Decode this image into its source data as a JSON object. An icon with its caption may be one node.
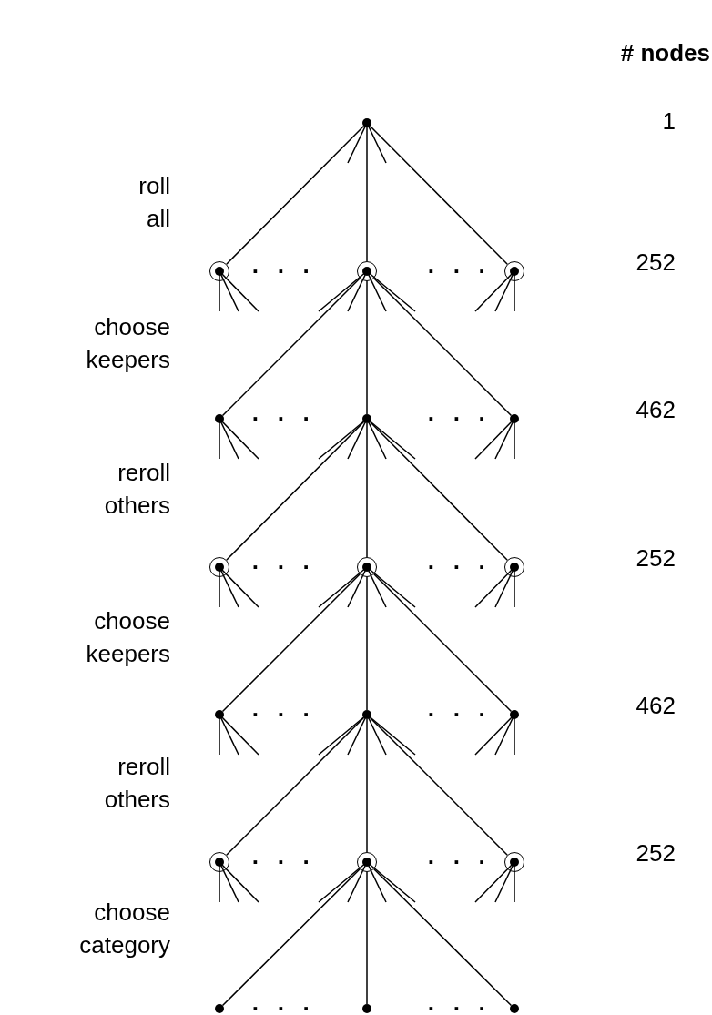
{
  "diagram": {
    "nodes": [
      {
        "text": [],
        "shape": "dot"
      },
      {
        "text": [],
        "shape": "circle"
      },
      {
        "text": [],
        "shape": "circle"
      },
      {
        "text": [],
        "shape": "circle"
      },
      {
        "text": [],
        "shape": "dot"
      },
      {
        "text": [],
        "shape": "dot"
      },
      {
        "text": [],
        "shape": "dot"
      },
      {
        "text": [],
        "shape": "circle"
      },
      {
        "text": [],
        "shape": "circle"
      },
      {
        "text": [],
        "shape": "circle"
      },
      {
        "text": [],
        "shape": "dot"
      },
      {
        "text": [],
        "shape": "dot"
      },
      {
        "text": [],
        "shape": "dot"
      },
      {
        "text": [],
        "shape": "circle"
      },
      {
        "text": [],
        "shape": "circle"
      },
      {
        "text": [],
        "shape": "circle"
      },
      {
        "text": [],
        "shape": "dot"
      },
      {
        "text": [],
        "shape": "dot"
      },
      {
        "text": [],
        "shape": "dot"
      }
    ],
    "edges": [
      {
        "from": 0,
        "to": 1,
        "arrow": "none"
      },
      {
        "from": 0,
        "to": 2,
        "arrow": "none"
      },
      {
        "from": 0,
        "to": 3,
        "arrow": "none"
      },
      {
        "from": 2,
        "to": 4,
        "arrow": "none"
      },
      {
        "from": 2,
        "to": 5,
        "arrow": "none"
      },
      {
        "from": 2,
        "to": 6,
        "arrow": "none"
      },
      {
        "from": 5,
        "to": 7,
        "arrow": "none"
      },
      {
        "from": 5,
        "to": 8,
        "arrow": "none"
      },
      {
        "from": 5,
        "to": 9,
        "arrow": "none"
      },
      {
        "from": 8,
        "to": 10,
        "arrow": "none"
      },
      {
        "from": 8,
        "to": 11,
        "arrow": "none"
      },
      {
        "from": 8,
        "to": 12,
        "arrow": "none"
      },
      {
        "from": 11,
        "to": 13,
        "arrow": "none"
      },
      {
        "from": 11,
        "to": 14,
        "arrow": "none"
      },
      {
        "from": 11,
        "to": 15,
        "arrow": "none"
      },
      {
        "from": 14,
        "to": 16,
        "arrow": "none"
      },
      {
        "from": 14,
        "to": 17,
        "arrow": "none"
      },
      {
        "from": 14,
        "to": 18,
        "arrow": "none"
      }
    ],
    "labels": [
      "# nodes",
      "1",
      "roll all",
      "252",
      "· · ·",
      "· · ·",
      "choose keepers",
      "462",
      "· · ·",
      "· · ·",
      "reroll others",
      "252",
      "· · ·",
      "· · ·",
      "choose keepers",
      "462",
      "· · ·",
      "· · ·",
      "reroll others",
      "252",
      "· · ·",
      "· · ·",
      "choose category",
      "· · ·",
      "· · ·"
    ]
  }
}
